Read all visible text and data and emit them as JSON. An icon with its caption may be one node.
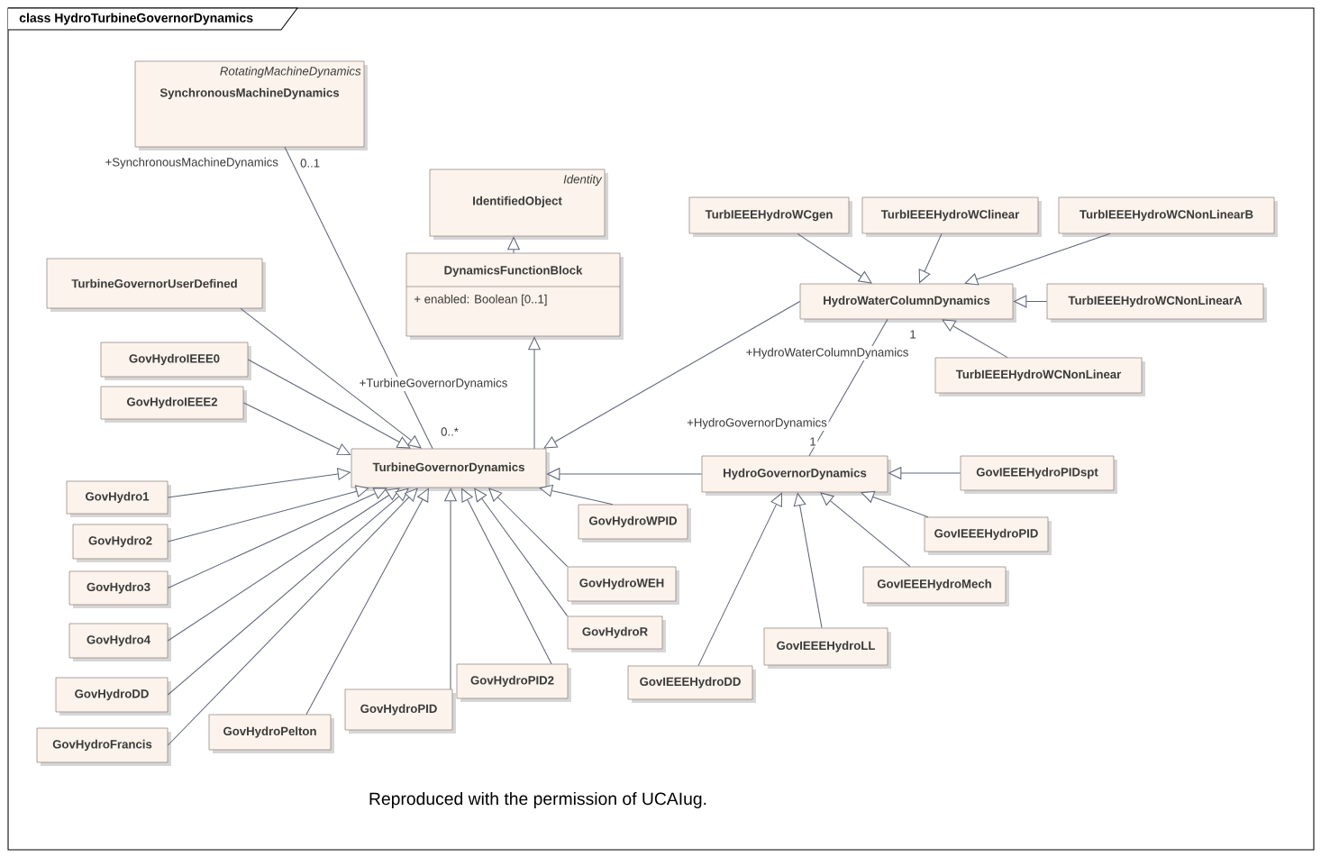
{
  "diagram": {
    "title": "class HydroTurbineGovernorDynamics",
    "caption": "Reproduced with the permission of UCAIug.",
    "nodes": [
      {
        "text": [
          "RotatingMachineDynamics",
          "SynchronousMachineDynamics"
        ]
      },
      {
        "text": [
          "Identity",
          "IdentifiedObject"
        ]
      },
      {
        "text": [
          "DynamicsFunctionBlock",
          "+ enabled: Boolean [0..1]"
        ]
      },
      {
        "text": [
          "TurbineGovernorUserDefined"
        ]
      },
      {
        "text": [
          "TurbIEEEHydroWCgen"
        ]
      },
      {
        "text": [
          "TurbIEEEHydroWClinear"
        ]
      },
      {
        "text": [
          "TurbIEEEHydroWCNonLinearB"
        ]
      },
      {
        "text": [
          "HydroWaterColumnDynamics"
        ]
      },
      {
        "text": [
          "TurbIEEEHydroWCNonLinearA"
        ]
      },
      {
        "text": [
          "TurbIEEEHydroWCNonLinear"
        ]
      },
      {
        "text": [
          "GovHydroIEEE0"
        ]
      },
      {
        "text": [
          "GovHydroIEEE2"
        ]
      },
      {
        "text": [
          "TurbineGovernorDynamics"
        ]
      },
      {
        "text": [
          "HydroGovernorDynamics"
        ]
      },
      {
        "text": [
          "GovIEEEHydroPIDspt"
        ]
      },
      {
        "text": [
          "GovHydro1"
        ]
      },
      {
        "text": [
          "GovHydro2"
        ]
      },
      {
        "text": [
          "GovHydroWPID"
        ]
      },
      {
        "text": [
          "GovIEEEHydroPID"
        ]
      },
      {
        "text": [
          "GovHydro3"
        ]
      },
      {
        "text": [
          "GovHydroWEH"
        ]
      },
      {
        "text": [
          "GovIEEEHydroMech"
        ]
      },
      {
        "text": [
          "GovHydro4"
        ]
      },
      {
        "text": [
          "GovHydroR"
        ]
      },
      {
        "text": [
          "GovIEEEHydroLL"
        ]
      },
      {
        "text": [
          "GovHydroPID2"
        ]
      },
      {
        "text": [
          "GovIEEEHydroDD"
        ]
      },
      {
        "text": [
          "GovHydroDD"
        ]
      },
      {
        "text": [
          "GovHydroPID"
        ]
      },
      {
        "text": [
          "GovHydroPelton"
        ]
      },
      {
        "text": [
          "GovHydroFrancis"
        ]
      }
    ],
    "edges": [
      {
        "from": 0,
        "to": 12,
        "arrow": "none"
      },
      {
        "from": 2,
        "to": 1,
        "arrow": "to"
      },
      {
        "from": 12,
        "to": 2,
        "arrow": "to"
      },
      {
        "from": 7,
        "to": 12,
        "arrow": "to"
      },
      {
        "from": 13,
        "to": 12,
        "arrow": "to"
      },
      {
        "from": 4,
        "to": 7,
        "arrow": "to"
      },
      {
        "from": 5,
        "to": 7,
        "arrow": "to"
      },
      {
        "from": 6,
        "to": 7,
        "arrow": "to"
      },
      {
        "from": 8,
        "to": 7,
        "arrow": "to"
      },
      {
        "from": 9,
        "to": 7,
        "arrow": "to"
      },
      {
        "from": 7,
        "to": 13,
        "arrow": "none"
      },
      {
        "from": 14,
        "to": 13,
        "arrow": "to"
      },
      {
        "from": 18,
        "to": 13,
        "arrow": "to"
      },
      {
        "from": 21,
        "to": 13,
        "arrow": "to"
      },
      {
        "from": 24,
        "to": 13,
        "arrow": "to"
      },
      {
        "from": 26,
        "to": 13,
        "arrow": "to"
      },
      {
        "from": 3,
        "to": 12,
        "arrow": "to"
      },
      {
        "from": 10,
        "to": 12,
        "arrow": "to"
      },
      {
        "from": 11,
        "to": 12,
        "arrow": "to"
      },
      {
        "from": 15,
        "to": 12,
        "arrow": "to"
      },
      {
        "from": 16,
        "to": 12,
        "arrow": "to"
      },
      {
        "from": 19,
        "to": 12,
        "arrow": "to"
      },
      {
        "from": 22,
        "to": 12,
        "arrow": "to"
      },
      {
        "from": 27,
        "to": 12,
        "arrow": "to"
      },
      {
        "from": 30,
        "to": 12,
        "arrow": "to"
      },
      {
        "from": 29,
        "to": 12,
        "arrow": "to"
      },
      {
        "from": 28,
        "to": 12,
        "arrow": "to"
      },
      {
        "from": 25,
        "to": 12,
        "arrow": "to"
      },
      {
        "from": 23,
        "to": 12,
        "arrow": "to"
      },
      {
        "from": 20,
        "to": 12,
        "arrow": "to"
      },
      {
        "from": 17,
        "to": 12,
        "arrow": "to"
      }
    ],
    "labels": [
      "+SynchronousMachineDynamics",
      "0..1",
      "+TurbineGovernorDynamics",
      "0..*",
      "1",
      "+HydroWaterColumnDynamics",
      "+HydroGovernorDynamics",
      "1"
    ]
  }
}
